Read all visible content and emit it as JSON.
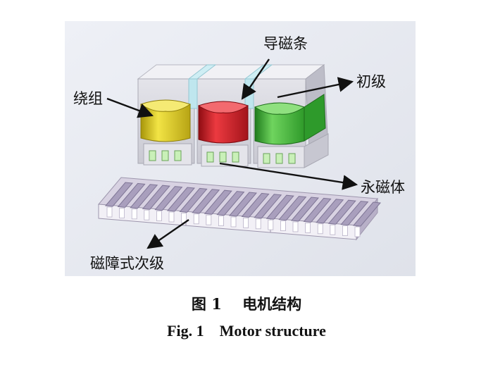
{
  "diagram": {
    "labels": {
      "winding": "绕组",
      "flux_guide": "导磁条",
      "primary": "初级",
      "permanent_magnet": "永磁体",
      "secondary": "磁障式次级"
    }
  },
  "caption": {
    "cn_number": "图 1",
    "cn_title": "电机结构",
    "en_number": "Fig. 1",
    "en_title": "Motor structure"
  },
  "colors": {
    "winding_left": "#e6d21e",
    "winding_mid": "#d8202a",
    "winding_right": "#3fb83b",
    "flux_guide": "#bfe6ee",
    "core": "#d6d6de",
    "secondary": "#c9c2d6",
    "background": "#e9ebf2"
  }
}
